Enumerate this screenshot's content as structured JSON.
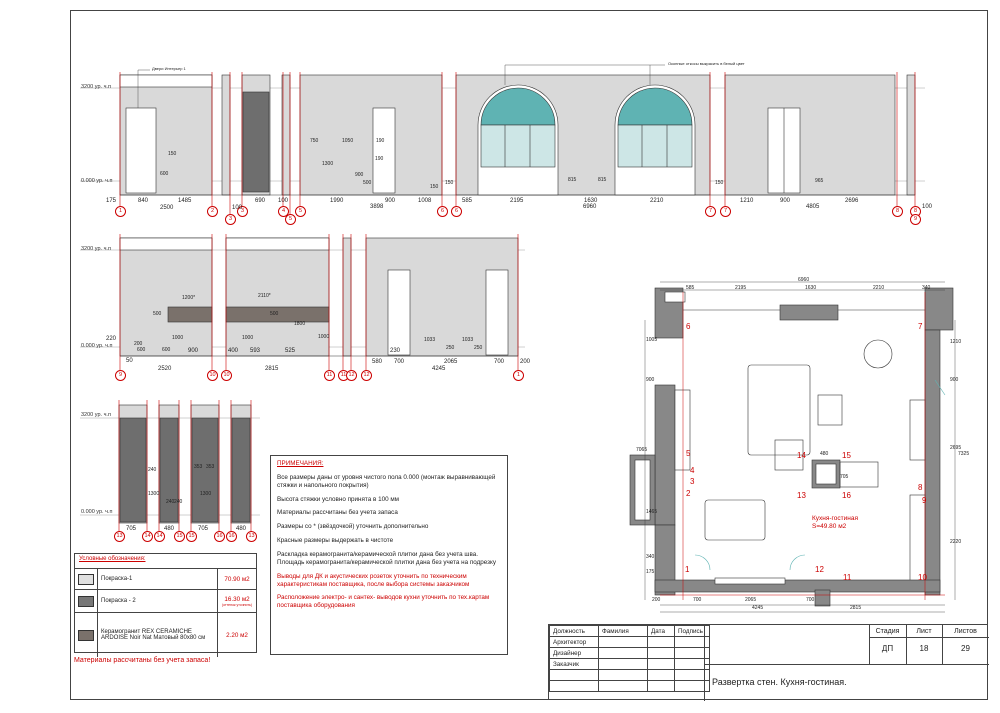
{
  "levels": {
    "top": "3200 ур. ч.п",
    "zero": "0.000 ур. ч.п"
  },
  "callouts": {
    "door_note": "Двери Интерьер 1",
    "window_note": "Оконные откосы выкрасить в белый цвет"
  },
  "row1": {
    "axes": [
      "1",
      "2",
      "3",
      "3",
      "4",
      "5",
      "5",
      "6",
      "6",
      "7",
      "7",
      "8",
      "8",
      "9"
    ],
    "dims": [
      "175",
      "840",
      "1485",
      "2500",
      "100",
      "690",
      "100",
      "1990",
      "900",
      "1008",
      "3898",
      "585",
      "2195",
      "1630",
      "2210",
      "6960",
      "1210",
      "900",
      "4805",
      "2696",
      "100"
    ],
    "small": [
      "150",
      "600",
      "750",
      "1050",
      "190",
      "1300",
      "900",
      "500",
      "190",
      "150",
      "815",
      "815",
      "150",
      "150",
      "965"
    ]
  },
  "row2": {
    "axes": [
      "9",
      "10",
      "10",
      "11",
      "11",
      "12",
      "12",
      "1"
    ],
    "dims": [
      "220",
      "50",
      "2520",
      "900",
      "400",
      "593",
      "525",
      "2815",
      "580",
      "700",
      "2065",
      "700",
      "4245",
      "200",
      "230"
    ],
    "small": [
      "1200*",
      "2110*",
      "500",
      "200",
      "600",
      "600",
      "1000",
      "1000",
      "500",
      "1800",
      "1000",
      "1033",
      "1033",
      "250",
      "250"
    ]
  },
  "row3": {
    "axes": [
      "13",
      "14",
      "14",
      "15",
      "15",
      "16",
      "16",
      "13"
    ],
    "dims": [
      "705",
      "480",
      "705",
      "480"
    ],
    "small": [
      "240",
      "1300",
      "240",
      "240",
      "353",
      "353",
      "1300"
    ]
  },
  "plan": {
    "dims_top": [
      "585",
      "2195",
      "6960",
      "1630",
      "2210",
      "340"
    ],
    "dims_bottom": [
      "200",
      "700",
      "2065",
      "4245",
      "700",
      "2815"
    ],
    "dims_left": [
      "1005",
      "900",
      "7065",
      "1465",
      "340",
      "175"
    ],
    "dims_right": [
      "1210",
      "900",
      "2695",
      "7325",
      "2220"
    ],
    "island": [
      "14",
      "15",
      "13",
      "16",
      "480",
      "705"
    ],
    "axes": [
      "1",
      "2",
      "3",
      "4",
      "5",
      "6",
      "7",
      "8",
      "9",
      "10",
      "11",
      "12"
    ],
    "room_name": "Кухня-гостиная",
    "room_area": "S=49.80 м2"
  },
  "notes": {
    "heading": "ПРИМЕЧАНИЯ:",
    "items": [
      "Все размеры даны от уровня чистого пола 0.000 (монтаж выравнивающей стяжки и напольного покрытия)",
      "Высота стяжки условно принята в 100 мм",
      "Материалы рассчитаны без учета запаса",
      "Размеры со * (звёздочкой) уточнить дополнительно",
      "Красные размеры выдержать в чистоте",
      "Раскладка керамогранита/керамической плитки дана без учета шва. Площадь керамогранита/керамической плитки дана без учета на подрезку"
    ],
    "red_items": [
      "Выводы для ДК и акустических розеток уточнить по техническим характеристикам поставщика, после выбора системы заказчиком",
      "Расположение электро- и сантех- выводов кухни уточнить по тех.картам поставщика оборудования"
    ]
  },
  "legend": {
    "heading": "Условные обозначения:",
    "rows": [
      {
        "name": "Покраска-1",
        "value": "70.90 м2",
        "note": "",
        "color": "#e0e0e0"
      },
      {
        "name": "Покраска - 2",
        "value": "16.30 м2",
        "note": "(оттенок уточнить)",
        "color": "#777777"
      },
      {
        "name": "Керамогранит REX CERAMICHE ARDOISE Noir Nat Матовый 80х80 см",
        "value": "2.20 м2",
        "note": "",
        "color": "#7a716b"
      }
    ],
    "footer": "Материалы рассчитаны без учета запаса!"
  },
  "stamp": {
    "headers": [
      "Должность",
      "Фамилия",
      "Дата",
      "Подпись"
    ],
    "roles": [
      "Архитектор",
      "Дизайнер",
      "Заказчик"
    ],
    "stage_label": "Стадия",
    "sheet_label": "Лист",
    "sheets_label": "Листов",
    "stage": "ДП",
    "sheet": "18",
    "sheets": "29",
    "title": "Развертка стен. Кухня-гостиная."
  }
}
